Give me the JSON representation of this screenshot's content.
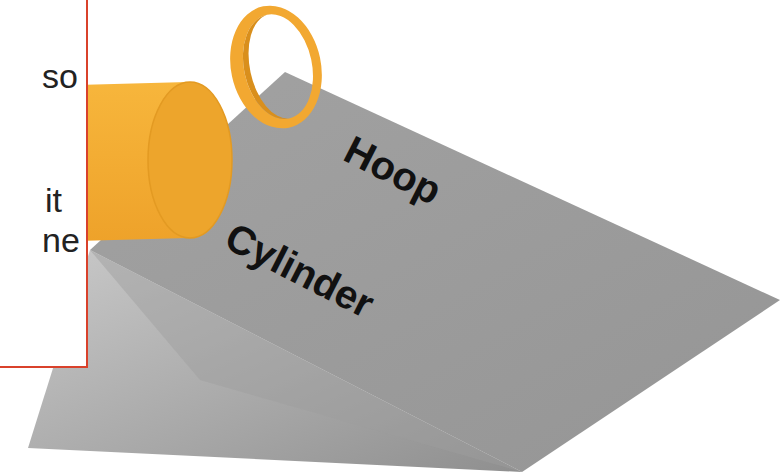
{
  "diagram": {
    "nodes": [
      {
        "text": [
          "so",
          "it",
          "ne"
        ]
      }
    ],
    "labels": [
      "Hoop",
      "Cylinder"
    ]
  }
}
